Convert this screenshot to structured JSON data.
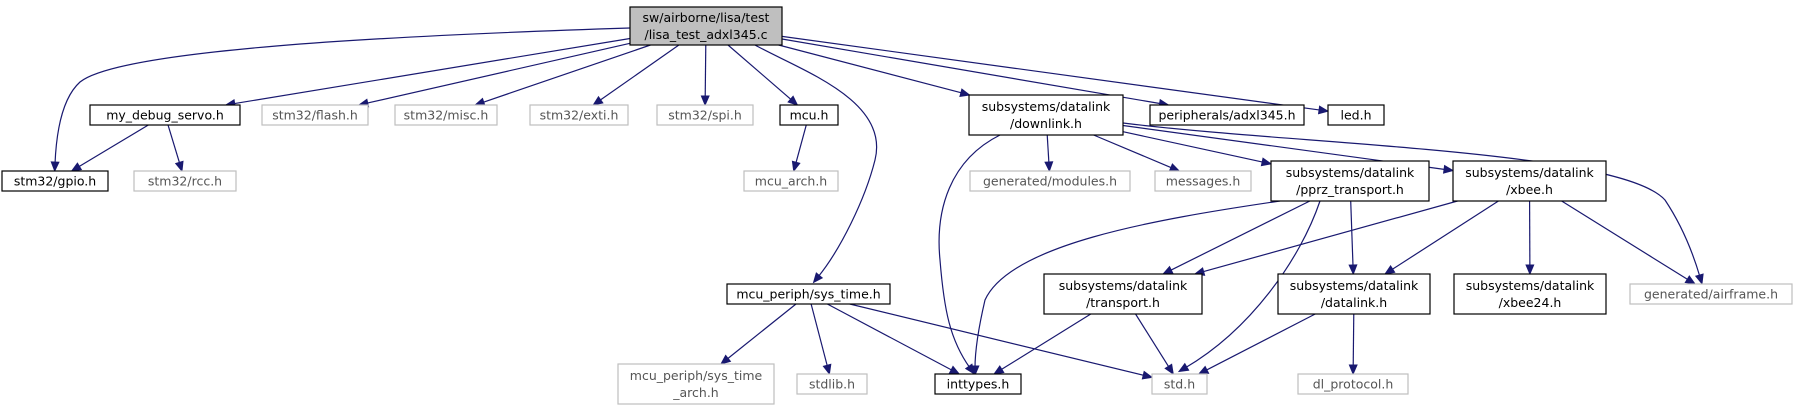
{
  "graph": {
    "nodes": [
      {
        "id": "root",
        "lines": [
          "sw/airborne/lisa/test",
          "/lisa_test_adxl345.c"
        ],
        "kind": "root"
      },
      {
        "id": "gpio",
        "lines": [
          "stm32/gpio.h"
        ],
        "kind": "doc"
      },
      {
        "id": "debug_servo",
        "lines": [
          "my_debug_servo.h"
        ],
        "kind": "doc"
      },
      {
        "id": "flash",
        "lines": [
          "stm32/flash.h"
        ],
        "kind": "nodoc"
      },
      {
        "id": "misc",
        "lines": [
          "stm32/misc.h"
        ],
        "kind": "nodoc"
      },
      {
        "id": "exti",
        "lines": [
          "stm32/exti.h"
        ],
        "kind": "nodoc"
      },
      {
        "id": "spi",
        "lines": [
          "stm32/spi.h"
        ],
        "kind": "nodoc"
      },
      {
        "id": "mcu",
        "lines": [
          "mcu.h"
        ],
        "kind": "doc"
      },
      {
        "id": "downlink",
        "lines": [
          "subsystems/datalink",
          "/downlink.h"
        ],
        "kind": "doc"
      },
      {
        "id": "adxl",
        "lines": [
          "peripherals/adxl345.h"
        ],
        "kind": "doc"
      },
      {
        "id": "led",
        "lines": [
          "led.h"
        ],
        "kind": "doc"
      },
      {
        "id": "rcc",
        "lines": [
          "stm32/rcc.h"
        ],
        "kind": "nodoc"
      },
      {
        "id": "mcu_arch",
        "lines": [
          "mcu_arch.h"
        ],
        "kind": "nodoc"
      },
      {
        "id": "modules",
        "lines": [
          "generated/modules.h"
        ],
        "kind": "nodoc"
      },
      {
        "id": "messages",
        "lines": [
          "messages.h"
        ],
        "kind": "nodoc"
      },
      {
        "id": "pprz",
        "lines": [
          "subsystems/datalink",
          "/pprz_transport.h"
        ],
        "kind": "doc"
      },
      {
        "id": "xbee",
        "lines": [
          "subsystems/datalink",
          "/xbee.h"
        ],
        "kind": "doc"
      },
      {
        "id": "sys_time",
        "lines": [
          "mcu_periph/sys_time.h"
        ],
        "kind": "doc"
      },
      {
        "id": "transport",
        "lines": [
          "subsystems/datalink",
          "/transport.h"
        ],
        "kind": "doc"
      },
      {
        "id": "datalink",
        "lines": [
          "subsystems/datalink",
          "/datalink.h"
        ],
        "kind": "doc"
      },
      {
        "id": "xbee24",
        "lines": [
          "subsystems/datalink",
          "/xbee24.h"
        ],
        "kind": "doc"
      },
      {
        "id": "airframe",
        "lines": [
          "generated/airframe.h"
        ],
        "kind": "nodoc"
      },
      {
        "id": "sys_time_arch",
        "lines": [
          "mcu_periph/sys_time",
          "_arch.h"
        ],
        "kind": "nodoc"
      },
      {
        "id": "stdlib",
        "lines": [
          "stdlib.h"
        ],
        "kind": "nodoc"
      },
      {
        "id": "inttypes",
        "lines": [
          "inttypes.h"
        ],
        "kind": "doc"
      },
      {
        "id": "std",
        "lines": [
          "std.h"
        ],
        "kind": "nodoc"
      },
      {
        "id": "dl_protocol",
        "lines": [
          "dl_protocol.h"
        ],
        "kind": "nodoc"
      }
    ],
    "edges": [
      {
        "from": "root",
        "to": "gpio"
      },
      {
        "from": "root",
        "to": "debug_servo"
      },
      {
        "from": "root",
        "to": "flash"
      },
      {
        "from": "root",
        "to": "misc"
      },
      {
        "from": "root",
        "to": "exti"
      },
      {
        "from": "root",
        "to": "spi"
      },
      {
        "from": "root",
        "to": "mcu"
      },
      {
        "from": "root",
        "to": "sys_time"
      },
      {
        "from": "root",
        "to": "downlink"
      },
      {
        "from": "root",
        "to": "adxl"
      },
      {
        "from": "root",
        "to": "led"
      },
      {
        "from": "debug_servo",
        "to": "gpio"
      },
      {
        "from": "debug_servo",
        "to": "rcc"
      },
      {
        "from": "mcu",
        "to": "mcu_arch"
      },
      {
        "from": "downlink",
        "to": "inttypes"
      },
      {
        "from": "downlink",
        "to": "modules"
      },
      {
        "from": "downlink",
        "to": "messages"
      },
      {
        "from": "downlink",
        "to": "pprz"
      },
      {
        "from": "downlink",
        "to": "xbee"
      },
      {
        "from": "downlink",
        "to": "airframe"
      },
      {
        "from": "pprz",
        "to": "inttypes"
      },
      {
        "from": "pprz",
        "to": "transport"
      },
      {
        "from": "pprz",
        "to": "datalink"
      },
      {
        "from": "pprz",
        "to": "std"
      },
      {
        "from": "xbee",
        "to": "transport"
      },
      {
        "from": "xbee",
        "to": "datalink"
      },
      {
        "from": "xbee",
        "to": "xbee24"
      },
      {
        "from": "xbee",
        "to": "airframe"
      },
      {
        "from": "sys_time",
        "to": "sys_time_arch"
      },
      {
        "from": "sys_time",
        "to": "stdlib"
      },
      {
        "from": "sys_time",
        "to": "inttypes"
      },
      {
        "from": "sys_time",
        "to": "std"
      },
      {
        "from": "transport",
        "to": "inttypes"
      },
      {
        "from": "transport",
        "to": "std"
      },
      {
        "from": "datalink",
        "to": "std"
      },
      {
        "from": "datalink",
        "to": "dl_protocol"
      }
    ]
  }
}
